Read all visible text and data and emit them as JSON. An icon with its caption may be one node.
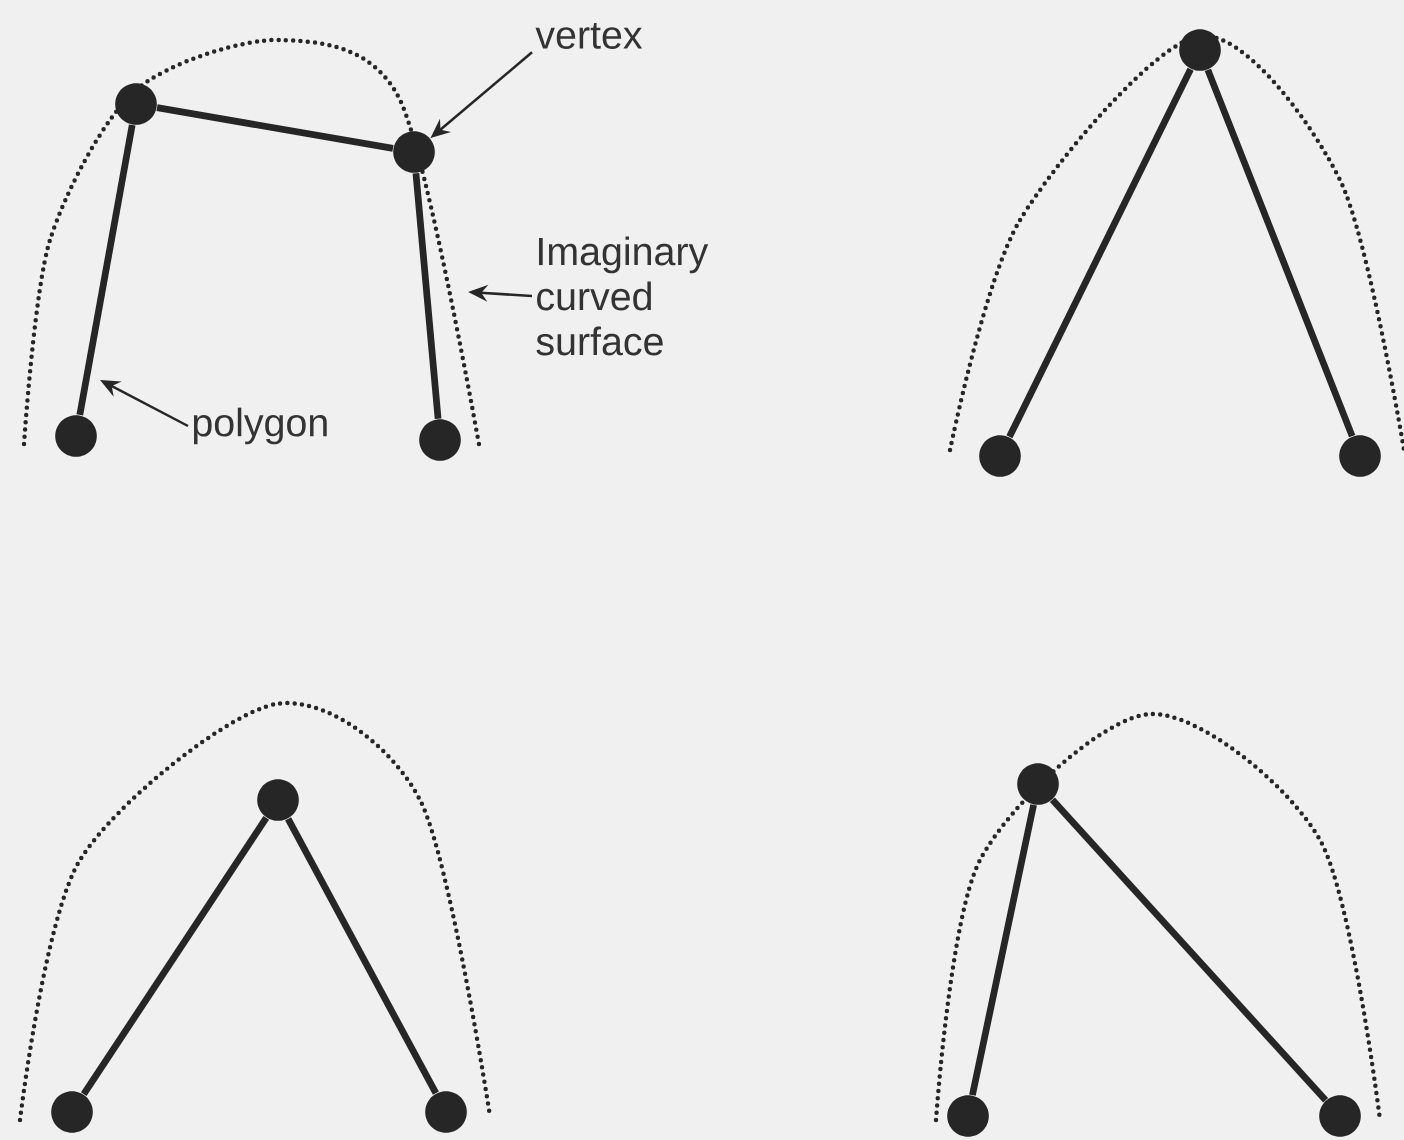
{
  "diagram": {
    "nodes": [
      {
        "text": [
          "vertex"
        ]
      },
      {
        "text": [
          "Imaginary curved surface"
        ]
      },
      {
        "text": [
          "polygon"
        ]
      },
      {
        "text": [],
        "shape": "circle"
      },
      {
        "text": [],
        "shape": "circle"
      },
      {
        "text": [],
        "shape": "circle"
      },
      {
        "text": [],
        "shape": "circle"
      },
      {
        "text": [],
        "shape": "circle"
      },
      {
        "text": [],
        "shape": "circle"
      },
      {
        "text": [],
        "shape": "circle"
      },
      {
        "text": [],
        "shape": "circle"
      },
      {
        "text": [],
        "shape": "circle"
      },
      {
        "text": [],
        "shape": "circle"
      },
      {
        "text": [],
        "shape": "circle"
      },
      {
        "text": [],
        "shape": "circle"
      },
      {
        "text": [],
        "shape": "circle"
      }
    ],
    "edges": [
      {
        "from": 3,
        "to": 4,
        "arrow": "none"
      },
      {
        "from": 3,
        "to": 5,
        "arrow": "none"
      },
      {
        "from": 4,
        "to": 6,
        "arrow": "none"
      },
      {
        "from": 7,
        "to": 8,
        "arrow": "none"
      },
      {
        "from": 7,
        "to": 9,
        "arrow": "none"
      },
      {
        "from": 10,
        "to": 11,
        "arrow": "none"
      },
      {
        "from": 10,
        "to": 12,
        "arrow": "none"
      },
      {
        "from": 13,
        "to": 14,
        "arrow": "none"
      },
      {
        "from": 13,
        "to": 15,
        "arrow": "none"
      },
      {
        "from": 0,
        "to": 4,
        "arrow": "to"
      },
      {
        "from": 1,
        "to": null,
        "arrow": "to"
      },
      {
        "from": 2,
        "to": null,
        "arrow": "to"
      }
    ]
  }
}
